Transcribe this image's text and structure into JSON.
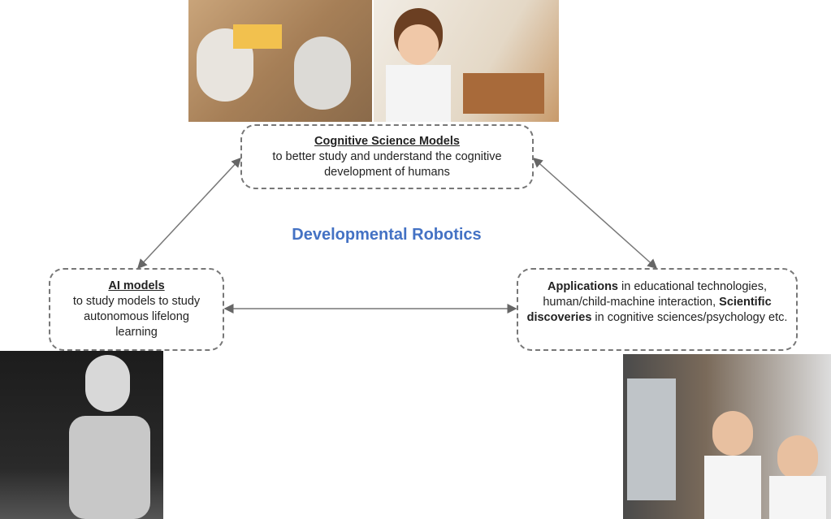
{
  "title": "Developmental Robotics",
  "cognitive_box": {
    "heading": "Cognitive Science Models",
    "text": "to better study and understand the cognitive development of humans"
  },
  "ai_box": {
    "heading": "AI models",
    "text": "to study models to study autonomous lifelong learning"
  },
  "applications_box": {
    "bold1": "Applications",
    "text1": " in educational technologies, human/child-machine interaction, ",
    "bold2": "Scientific discoveries",
    "text2": " in cognitive sciences/psychology etc."
  },
  "colors": {
    "title": "#4472c4",
    "border": "#777777"
  }
}
